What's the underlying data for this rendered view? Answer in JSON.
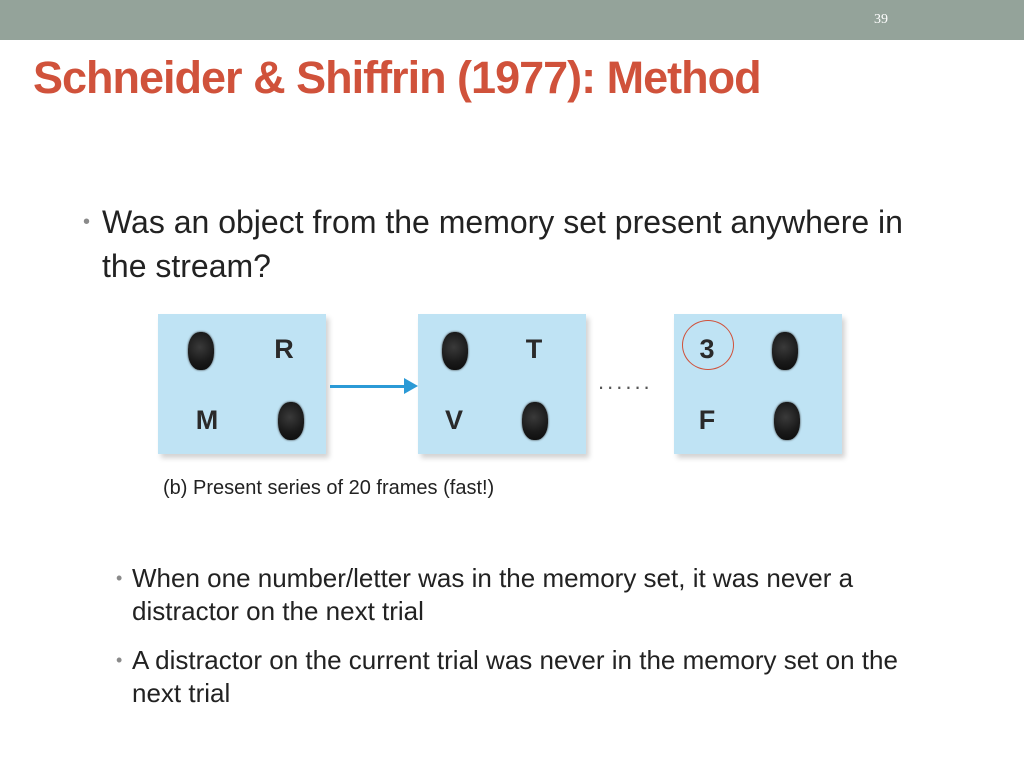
{
  "slide": {
    "number": "39",
    "title": "Schneider & Shiffrin (1977): Method",
    "main_bullet": "Was an object from the memory set present anywhere in the stream?",
    "figure": {
      "frames": [
        {
          "top_left": "",
          "top_right": "R",
          "bottom_left": "M",
          "bottom_right": ""
        },
        {
          "top_left": "",
          "top_right": "T",
          "bottom_left": "V",
          "bottom_right": ""
        },
        {
          "top_left": "3",
          "top_right": "",
          "bottom_left": "F",
          "bottom_right": ""
        }
      ],
      "ellipsis": "......",
      "caption": "(b) Present series of 20 frames (fast!)"
    },
    "sub_bullets": [
      "When one number/letter was in the memory set, it was never a distractor on the next trial",
      "A distractor on the current trial was never in the memory set on the next trial"
    ]
  },
  "colors": {
    "topbar": "#94a39a",
    "title": "#d0523b",
    "frame_fill": "#bfe3f4",
    "arrow": "#2b9ad6"
  }
}
